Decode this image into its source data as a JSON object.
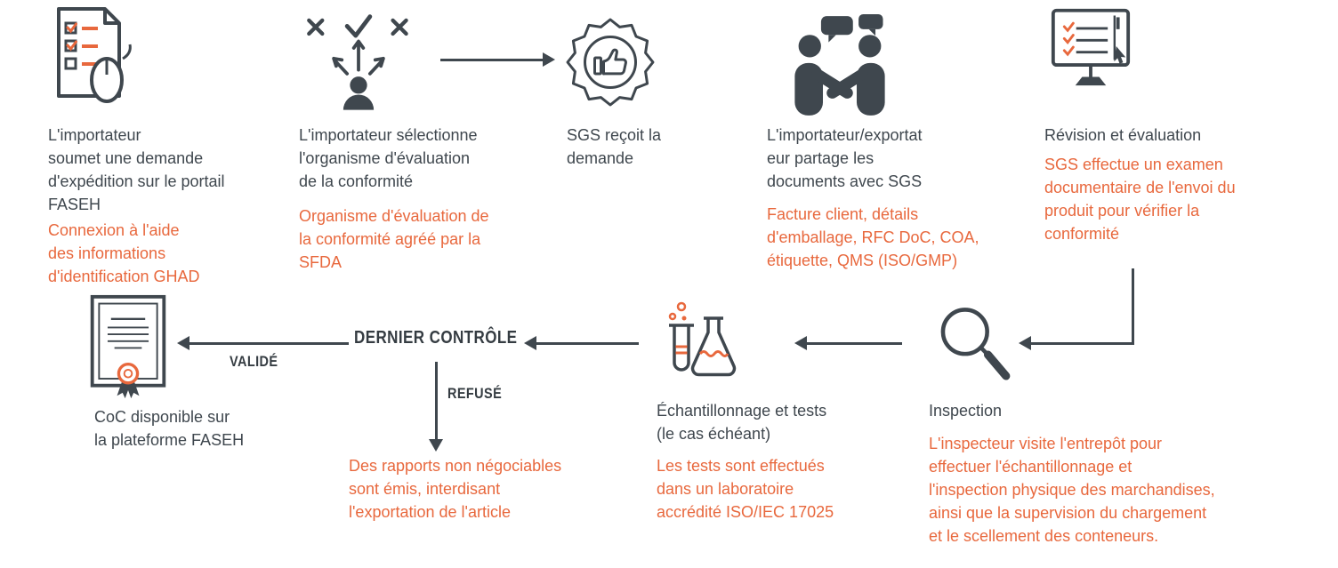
{
  "colors": {
    "dark": "#3F474E",
    "orange": "#E8683D",
    "background": "#FFFFFF"
  },
  "icons": {
    "step1": "shipment-request-checklist-mouse-icon",
    "step2": "person-choice-arrows-icon",
    "step3": "approval-seal-thumbs-up-icon",
    "step4": "handshake-speech-bubbles-icon",
    "step5": "monitor-checklist-cursor-icon",
    "inspection": "magnifier-icon",
    "sampling": "lab-flask-test-tube-icon",
    "coc": "certificate-seal-icon"
  },
  "steps": {
    "step1": {
      "title": "L'importateur\nsoumet une demande\nd'expédition sur le portail\nFASEH",
      "note": "Connexion à l'aide\ndes informations\nd'identification GHAD"
    },
    "step2": {
      "title": "L'importateur sélectionne\nl'organisme d'évaluation\nde la conformité",
      "note": "Organisme d'évaluation de\nla conformité agréé par la\nSFDA"
    },
    "step3": {
      "title": "SGS reçoit la\ndemande"
    },
    "step4": {
      "title": "L'importateur/exportat\neur partage les\ndocuments avec SGS",
      "note": "Facture client, détails\nd'emballage, RFC DoC, COA,\nétiquette, QMS (ISO/GMP)"
    },
    "step5": {
      "title": "Révision et évaluation",
      "note": "SGS effectue un examen\ndocumentaire de l'envoi du\nproduit pour vérifier la\nconformité"
    },
    "inspection": {
      "title": "Inspection",
      "note": "L'inspecteur visite l'entrepôt pour\neffectuer l'échantillonnage et\nl'inspection physique des marchandises,\nainsi que la supervision du chargement\net le scellement des conteneurs."
    },
    "sampling": {
      "title": "Échantillonnage et tests\n(le cas échéant)",
      "note": "Les tests sont effectués\ndans un laboratoire\naccrédité ISO/IEC 17025"
    },
    "final_check": {
      "label": "DERNIER CONTRÔLE",
      "valid_label": "VALIDÉ",
      "refused_label": "REFUSÉ",
      "refused_note": "Des rapports non négociables\nsont émis, interdisant\nl'exportation de l'article"
    },
    "coc": {
      "caption": "CoC disponible sur\nla plateforme FASEH"
    }
  }
}
